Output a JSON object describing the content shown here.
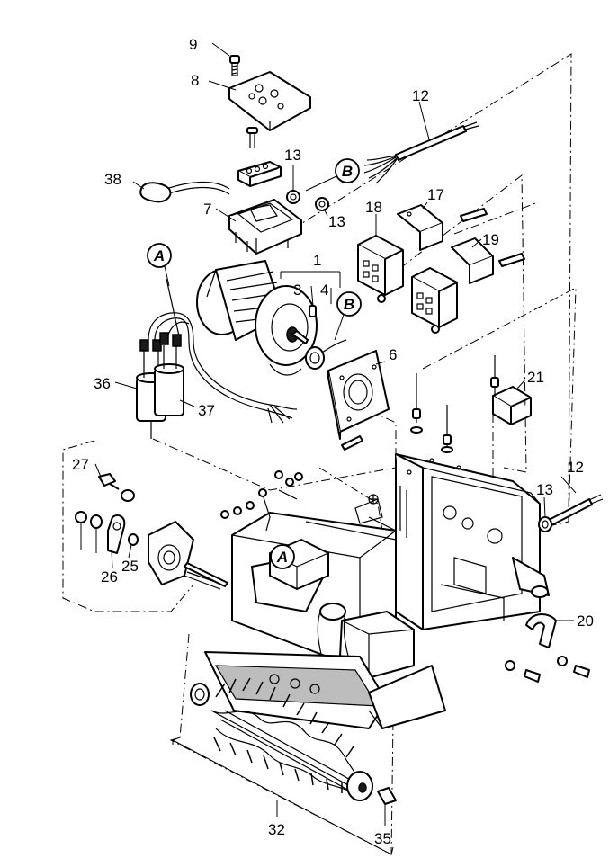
{
  "part_labels": {
    "p9": "9",
    "p8": "8",
    "p12a": "12",
    "p13a": "13",
    "p38": "38",
    "p7": "7",
    "p13b": "13",
    "p18": "18",
    "p17": "17",
    "p19": "19",
    "p1": "1",
    "p3": "3",
    "p4": "4",
    "p6": "6",
    "p36": "36",
    "p37": "37",
    "p21": "21",
    "p27": "27",
    "p12b": "12",
    "p13c": "13",
    "p26": "26",
    "p25": "25",
    "p20": "20",
    "p32": "32",
    "p35": "35"
  },
  "callouts": {
    "a1": "A",
    "a2": "A",
    "b1": "B",
    "b2": "B"
  }
}
